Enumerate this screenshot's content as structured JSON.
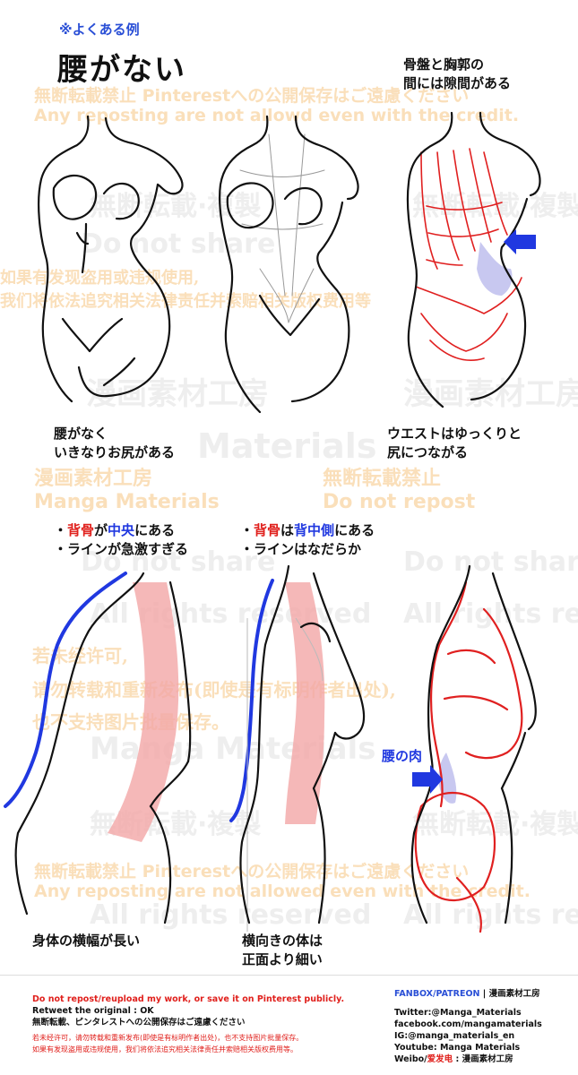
{
  "header": {
    "note": "※よくある例",
    "title": "腰がない",
    "right_note_line1": "骨盤と胸郭の",
    "right_note_line2": "間には隙間がある"
  },
  "top_row": {
    "left_caption_line1": "腰がなく",
    "left_caption_line2": "いきなりお尻がある",
    "right_caption_line1": "ウエストはゆっくりと",
    "right_caption_line2": "尻につながる"
  },
  "bottom_row": {
    "left_bullet1_prefix": "・",
    "left_bullet1_red": "背骨",
    "left_bullet1_mid": "が",
    "left_bullet1_blue": "中央",
    "left_bullet1_suffix": "にある",
    "left_bullet2": "・ラインが急激すぎる",
    "mid_bullet1_prefix": "・",
    "mid_bullet1_red": "背骨",
    "mid_bullet1_mid": "は",
    "mid_bullet1_blue": "背中側",
    "mid_bullet1_suffix": "にある",
    "mid_bullet2": "・ラインはなだらか",
    "waist_label": "腰の肉",
    "left_caption": "身体の横幅が長い",
    "mid_caption_line1": "横向きの体は",
    "mid_caption_line2": "正面より細い"
  },
  "watermarks": {
    "jp_pinterest": "無断転載禁止 Pinterestへの公開保存はご遠慮ください",
    "en_repost": "Any reposting are not allowd even with the credit.",
    "en_repost_2": "Any reposting are not allowed even with the credit.",
    "jp_no_repro": "無断転載·複製",
    "do_not_share": "Do not share",
    "cn_1": "如果有发现盗用或违规使用,",
    "cn_2": "我们将依法追究相关法律责任并索赔相关版权费用等",
    "manga_studio": "漫画素材工房",
    "manga_materials": "Manga Materials",
    "jp_no_repost": "無断転載禁止",
    "do_not_repost": "Do not repost",
    "all_rights": "All rights reserved",
    "cn_3": "若未经许可,",
    "cn_4": "请勿转载和重新发布(即使是有标明作者出处),",
    "cn_5": "也不支持图片批量保存。",
    "materials": "Materials"
  },
  "footer": {
    "line1": "Do not repost/reupload my work, or save it on Pinterest publicly.",
    "line2": "Retweet the original : OK",
    "line3": "無断転載、ピンタレストへの公開保存はご遠慮ください",
    "line4": "若未经许可，请勿转载和重新发布(即使是有标明作者出处)，也不支持图片批量保存。",
    "line5": "如果有发现盗用或违规使用，我们将依法追究相关法律责任并索赔相关版权费用等。",
    "fanbox_label": "FANBOX/PATREON",
    "fanbox_sep": " | ",
    "fanbox_name": "漫画素材工房",
    "twitter": "Twitter:@Manga_Materials",
    "facebook": "facebook.com/mangamaterials",
    "instagram": "IG:@manga_materials_en",
    "youtube": "Youtube: Manga Materials",
    "weibo_prefix": "Weibo/",
    "weibo_red": "爱发电",
    "weibo_suffix": " : 漫画素材工房"
  },
  "colors": {
    "accent_blue": "#2038e0",
    "accent_red": "#e0201c",
    "watermark_orange": "#f4b25a",
    "spine_pink": "#f2a6a6"
  }
}
